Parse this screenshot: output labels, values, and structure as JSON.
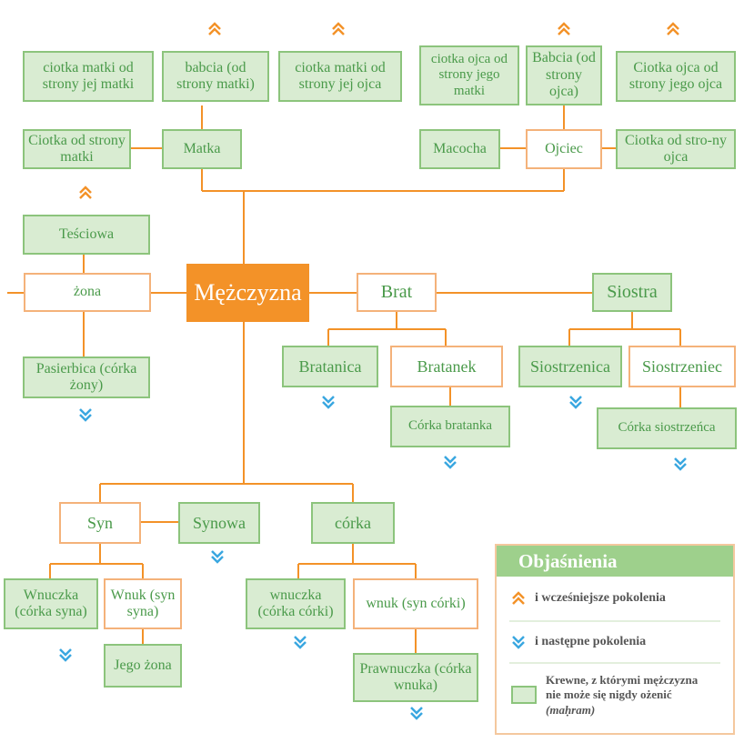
{
  "nodes": {
    "ciotka_matki_od_strony_jej_matki": "ciotka matki od strony jej matki",
    "babcia_od_strony_matki": "babcia (od strony matki)",
    "ciotka_matki_od_strony_jej_ojca": "ciotka matki od strony jej ojca",
    "ciotka_ojca_od_strony_jego_matki": "ciotka ojca od strony jego matki",
    "babcia_od_strony_ojca": "Babcia (od strony ojca)",
    "ciotka_ojca_od_strony_jego_ojca": "Ciotka ojca od strony jego ojca",
    "ciotka_od_strony_matki": "Ciotka od strony matki",
    "matka": "Matka",
    "macocha": "Macocha",
    "ojciec": "Ojciec",
    "ciotka_od_strony_ojca": "Ciotka od stro-ny ojca",
    "tesciowa": "Teściowa",
    "zona": "żona",
    "mezczyzna": "Mężczyzna",
    "brat": "Brat",
    "siostra": "Siostra",
    "pasierbica": "Pasierbica (córka żony)",
    "bratanica": "Bratanica",
    "bratanek": "Bratanek",
    "siostrzenica": "Siostrzenica",
    "siostrzeniec": "Siostrzeniec",
    "corka_bratanka": "Córka bratanka",
    "corka_siostrzenca": "Córka siostrzeńca",
    "syn": "Syn",
    "synowa": "Synowa",
    "corka": "córka",
    "wnuczka_corka_syna": "Wnuczka (córka syna)",
    "wnuk_syn_syna": "Wnuk (syn syna)",
    "jego_zona": "Jego żona",
    "wnuczka_corka_corki": "wnuczka (córka córki)",
    "wnuk_syn_corki": "wnuk (syn córki)",
    "prawnuczka": "Prawnuczka (córka wnuka)"
  },
  "legend": {
    "title": "Objaśnienia",
    "earlier": "i wcześniejsze pokolenia",
    "next": "i następne pokolenia",
    "mahram_line1": "Krewne, z którymi mężczyzna",
    "mahram_line2": "nie może się nigdy ożenić",
    "mahram_term": "(maḥram)"
  },
  "icons": {
    "up": "double-chevron-up-icon",
    "down": "double-chevron-down-icon"
  },
  "colors": {
    "green_fill": "#d9ecd2",
    "green_border": "#8cc47c",
    "orange_line": "#f39228",
    "orange_border": "#f4b27a",
    "center_fill": "#f39228",
    "down_arrow": "#3aa7e0",
    "up_arrow": "#f39228"
  }
}
